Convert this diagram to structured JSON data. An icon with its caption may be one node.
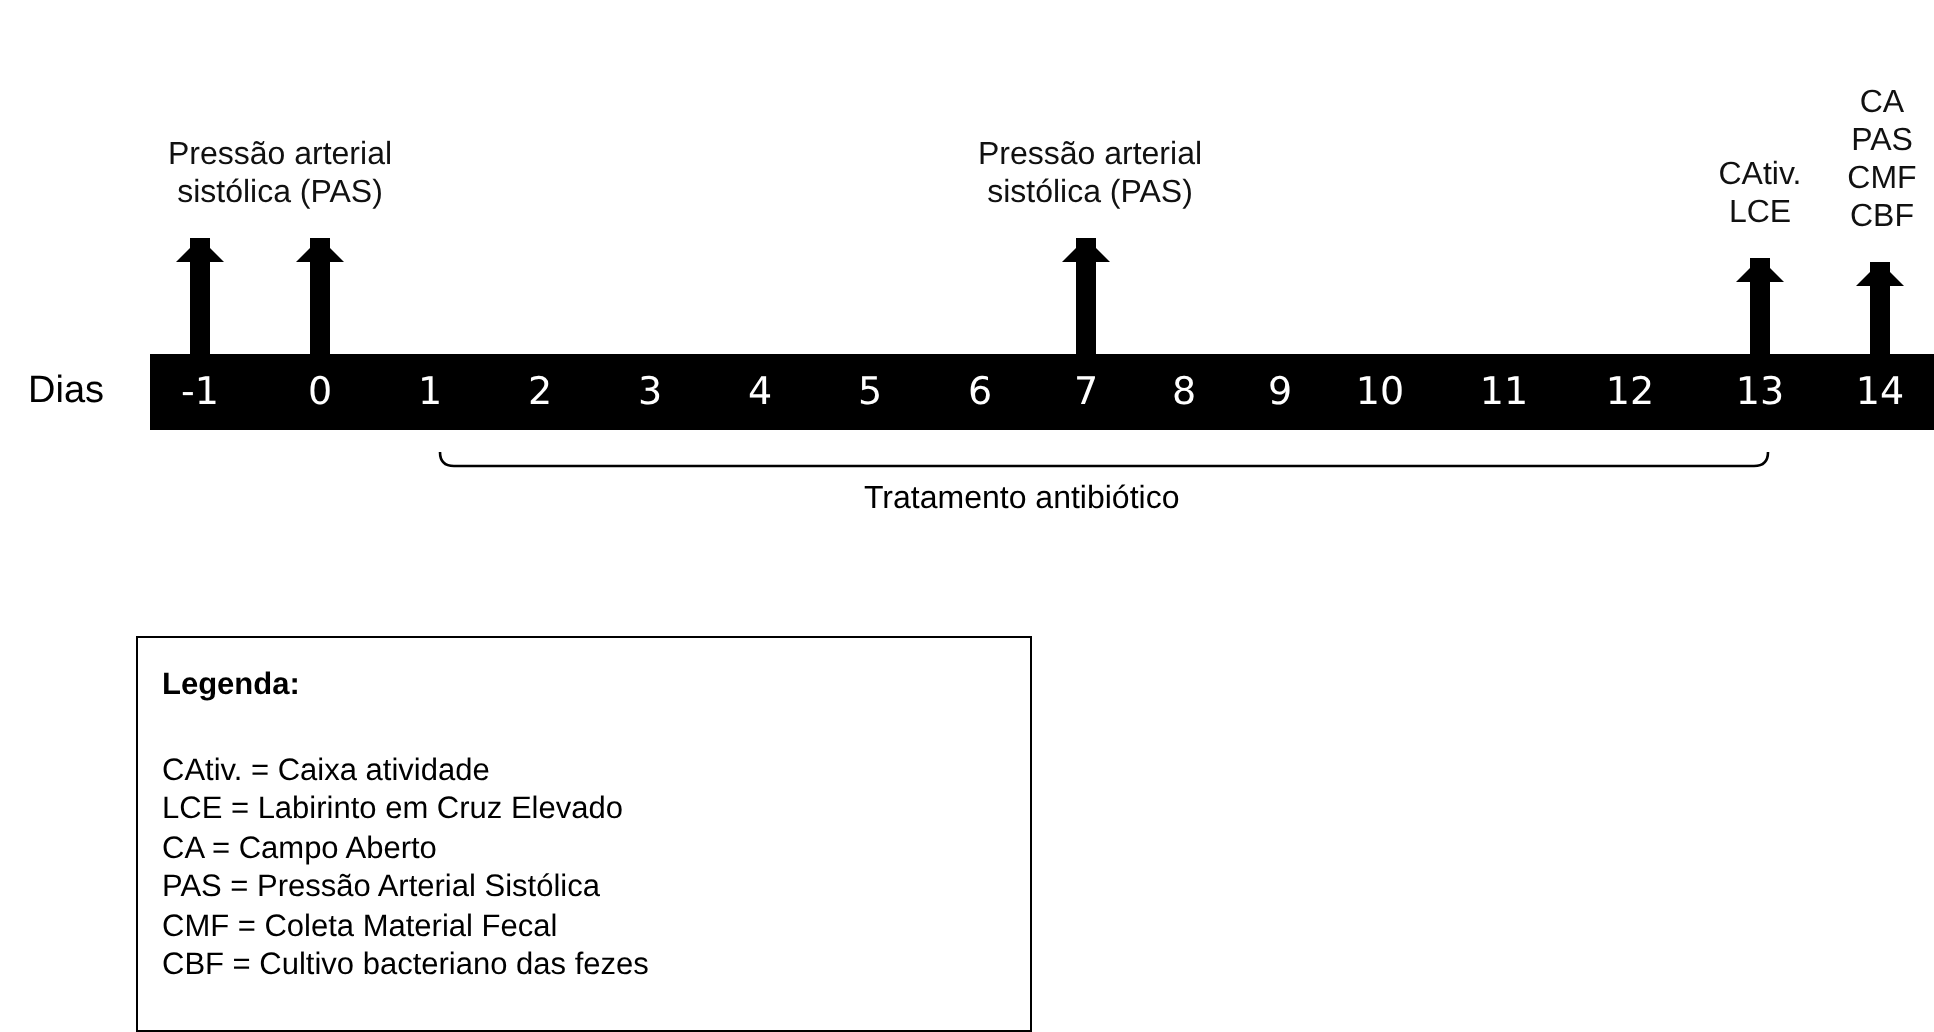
{
  "diagram": {
    "nodes": [
      {
        "text": [],
        "shape": "bar",
        "beside": [
          "Dias"
        ]
      },
      {
        "text": [
          "-1"
        ],
        "in": 0
      },
      {
        "text": [
          "0"
        ],
        "in": 0
      },
      {
        "text": [
          "1"
        ],
        "in": 0
      },
      {
        "text": [
          "2"
        ],
        "in": 0
      },
      {
        "text": [
          "3"
        ],
        "in": 0
      },
      {
        "text": [
          "4"
        ],
        "in": 0
      },
      {
        "text": [
          "5"
        ],
        "in": 0
      },
      {
        "text": [
          "6"
        ],
        "in": 0
      },
      {
        "text": [
          "7"
        ],
        "in": 0
      },
      {
        "text": [
          "8"
        ],
        "in": 0
      },
      {
        "text": [
          "9"
        ],
        "in": 0
      },
      {
        "text": [
          "10"
        ],
        "in": 0
      },
      {
        "text": [
          "11"
        ],
        "in": 0
      },
      {
        "text": [
          "12"
        ],
        "in": 0
      },
      {
        "text": [
          "13"
        ],
        "in": 0
      },
      {
        "text": [
          "14"
        ],
        "in": 0
      },
      {
        "text": [
          "Pressão arterial sistólica (PAS)"
        ]
      },
      {
        "text": [
          "Pressão arterial sistólica (PAS)"
        ]
      },
      {
        "text": [
          "CAtiv. LCE"
        ]
      },
      {
        "text": [
          "CA PAS CMF CBF"
        ]
      },
      {
        "text": [
          "Legenda:",
          "CAtiv. = Caixa atividade",
          "LCE = Labirinto em Cruz Elevado",
          "CA = Campo Aberto",
          "PAS = Pressão Arterial Sistólica",
          "CMF = Coleta Material Fecal",
          "CBF = Cultivo bacteriano das fezes"
        ]
      }
    ],
    "edges": [
      {
        "from": 1,
        "to": 17,
        "arrow": "to"
      },
      {
        "from": 2,
        "to": 17,
        "arrow": "to"
      },
      {
        "from": 9,
        "to": 18,
        "arrow": "to"
      },
      {
        "from": 15,
        "to": 19,
        "arrow": "to"
      },
      {
        "from": 16,
        "to": 20,
        "arrow": "to"
      }
    ],
    "labels": [
      "Tratamento antibiótico"
    ]
  }
}
